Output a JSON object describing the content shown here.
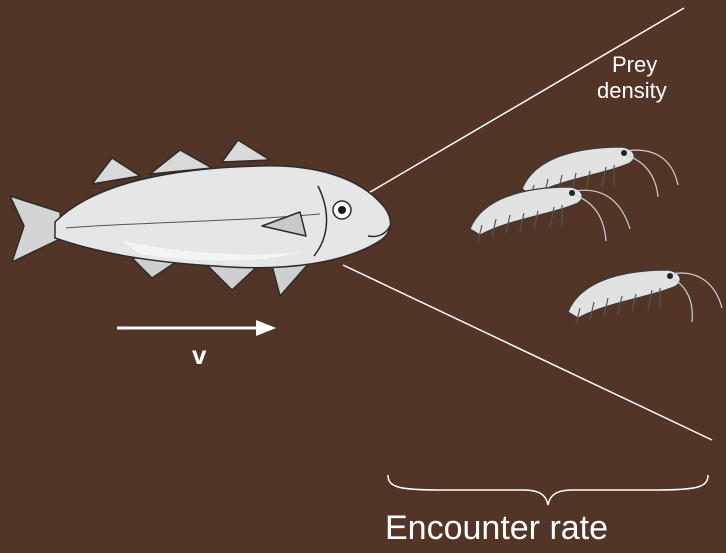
{
  "labels": {
    "prey_line1": "Prey",
    "prey_line2": "density",
    "velocity": "v",
    "encounter": "Encounter rate"
  },
  "colors": {
    "background": "#523526",
    "foreground": "#ffffff",
    "drawing": "#e8e8e8"
  },
  "icons": [
    "cod-fish-icon",
    "krill-icon",
    "velocity-arrow-icon",
    "brace-icon"
  ]
}
